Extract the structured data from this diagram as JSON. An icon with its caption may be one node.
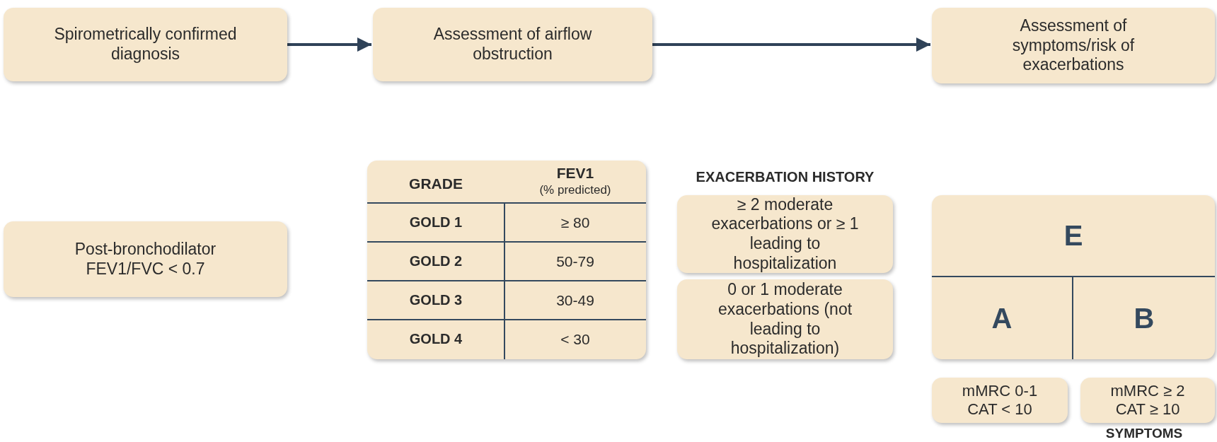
{
  "diagram": {
    "nodes": [
      {
        "text": [
          "Spirometrically confirmed diagnosis"
        ]
      },
      {
        "text": [
          "Assessment of airflow obstruction"
        ]
      },
      {
        "text": [
          "Assessment of symptoms/risk of exacerbations"
        ]
      },
      {
        "text": [
          "Post-bronchodilator FEV1/FVC < 0.7"
        ]
      },
      {
        "text": [
          "≥ 2 moderate exacerbations or ≥ 1 leading to hospitalization"
        ]
      },
      {
        "text": [
          "0 or 1 moderate exacerbations (not leading to hospitalization)"
        ]
      },
      {
        "text": [],
        "shape": "box"
      },
      {
        "text": [
          "E"
        ],
        "in": 6
      },
      {
        "text": [
          "A"
        ],
        "in": 6
      },
      {
        "text": [
          "B"
        ],
        "in": 6
      },
      {
        "text": [
          "mMRC 0-1 CAT < 10"
        ]
      },
      {
        "text": [
          "mMRC ≥ 2 CAT ≥ 10"
        ]
      }
    ],
    "edges": [
      {
        "from": 0,
        "to": 1,
        "arrow": "to"
      },
      {
        "from": 1,
        "to": 2,
        "arrow": "to"
      }
    ],
    "labels": [
      "GRADE",
      "FEV1",
      "(% predicted)",
      "GOLD 1",
      "≥ 80",
      "GOLD 2",
      "50-79",
      "GOLD 3",
      "30-49",
      "GOLD 4",
      "< 30",
      "EXACERBATION HISTORY",
      "SYMPTOMS"
    ]
  }
}
